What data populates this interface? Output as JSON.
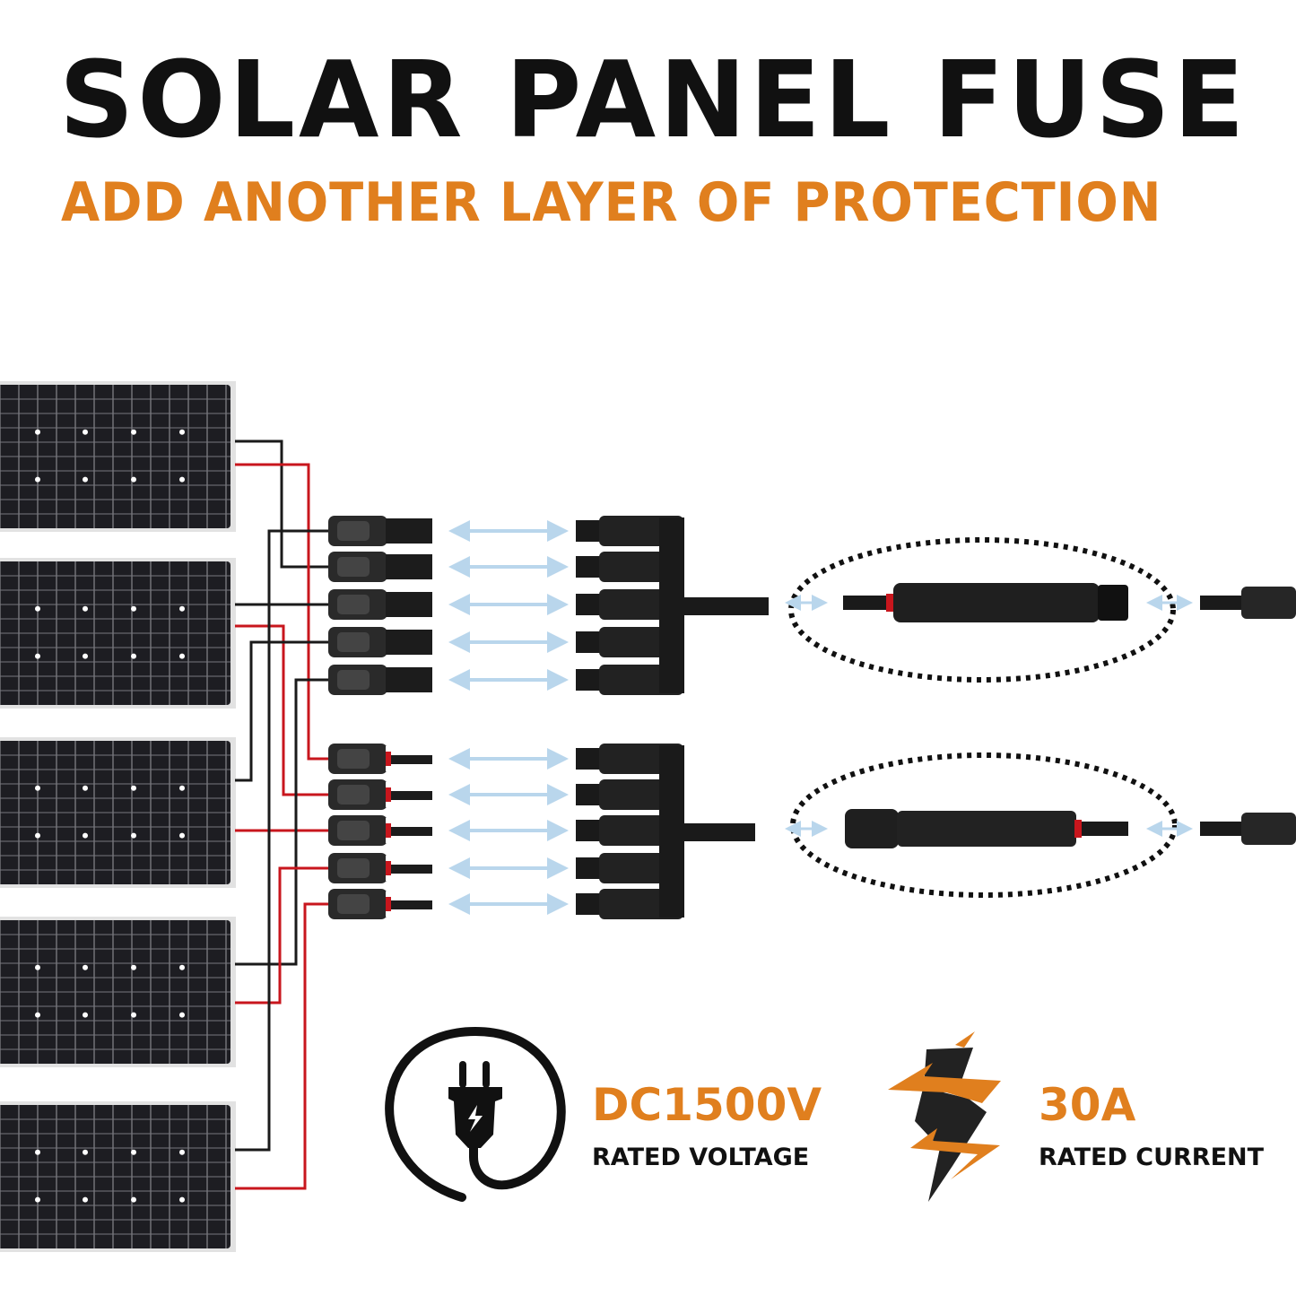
{
  "header": {
    "title": "SOLAR PANEL FUSE",
    "subtitle": "ADD ANOTHER LAYER OF PROTECTION"
  },
  "colors": {
    "accent": "#e07f1e",
    "text": "#111111",
    "wire_positive": "#c8161d",
    "wire_negative": "#1a1a1a",
    "arrow": "#b9d6ec"
  },
  "diagram": {
    "panel_count": 5,
    "connector_groups": 2,
    "connectors_per_group": 5
  },
  "specs": [
    {
      "icon": "plug-icon",
      "value": "DC1500V",
      "label": "RATED VOLTAGE"
    },
    {
      "icon": "lightning-icon",
      "value": "30A",
      "label": "RATED CURRENT"
    }
  ]
}
